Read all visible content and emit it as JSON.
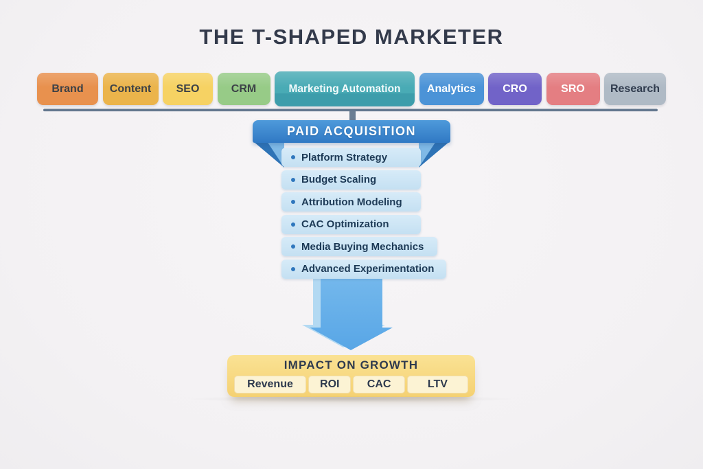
{
  "title": "THE T-SHAPED MARKETER",
  "skills": [
    {
      "label": "Brand",
      "bg": "#E8914E",
      "fg": "#3B4046"
    },
    {
      "label": "Content",
      "bg": "#EBB44B",
      "fg": "#3B4046"
    },
    {
      "label": "SEO",
      "bg": "#F6D263",
      "fg": "#3B4046"
    },
    {
      "label": "CRM",
      "bg": "#97CB87",
      "fg": "#3B4046"
    },
    {
      "label": "Marketing Automation",
      "bg": "#49ABB5",
      "bg2": "#3D9DAB",
      "fg": "#F2FAFB"
    },
    {
      "label": "Analytics",
      "bg": "#4B93D7",
      "fg": "#FFFFFF"
    },
    {
      "label": "CRO",
      "bg": "#7163C8",
      "fg": "#FFFFFF"
    },
    {
      "label": "SRO",
      "bg": "#E47E82",
      "fg": "#FFFFFF"
    },
    {
      "label": "Research",
      "bg": "#AFBAC5",
      "fg": "#2F3B4D"
    }
  ],
  "specialization": {
    "header": "PAID ACQUISITION",
    "items": [
      "Platform Strategy",
      "Budget Scaling",
      "Attribution Modeling",
      "CAC Optimization",
      "Media Buying Mechanics",
      "Advanced Experimentation"
    ]
  },
  "impact": {
    "title": "IMPACT ON GROWTH",
    "metrics": [
      "Revenue",
      "ROI",
      "CAC",
      "LTV"
    ]
  },
  "colors": {
    "background": "#F4F2F3",
    "title_text": "#333A4B",
    "t_bar_line": "#64788F",
    "header_blue": "#3E88D0",
    "funnel_flap_dark": "#2E73B6",
    "funnel_flap_light": "#7FB9E6",
    "list_item_bg": "#C9E3F4",
    "list_text": "#1D3A56",
    "bullet_blue": "#2F77BD",
    "arrow_blue": "#66B0E9",
    "arrow_backdrop": "#B3D9F2",
    "impact_yellow": "#F8DA7F",
    "metric_bg": "#FCF3D4",
    "impact_text": "#2E3A4E"
  }
}
